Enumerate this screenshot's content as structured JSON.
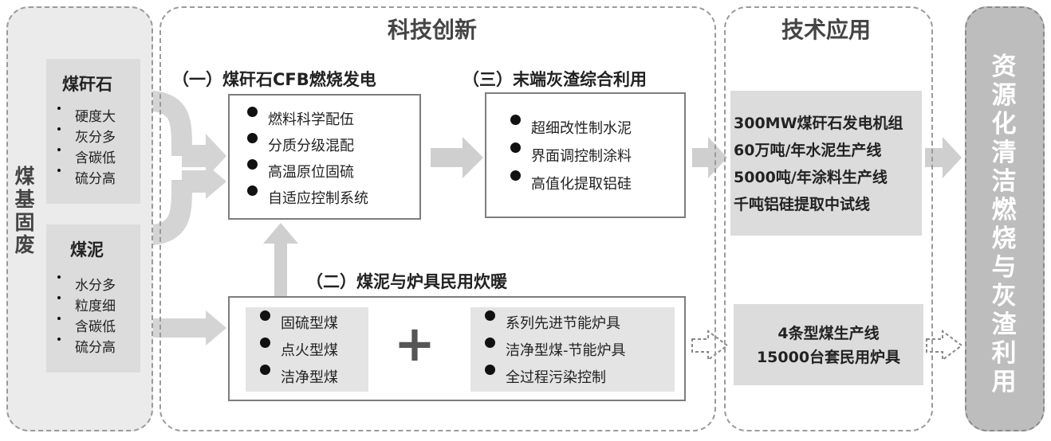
{
  "left": {
    "title": "煤基固废",
    "gangue": {
      "title": "煤矸石",
      "items": [
        "硬度大",
        "灰分多",
        "含碳低",
        "硫分高"
      ]
    },
    "slime": {
      "title": "煤泥",
      "items": [
        "水分多",
        "粒度细",
        "含碳低",
        "硫分高"
      ]
    }
  },
  "innovation": {
    "title": "科技创新",
    "section1": {
      "title": "（一）煤矸石CFB燃烧发电",
      "items": [
        "燃料科学配伍",
        "分质分级混配",
        "高温原位固硫",
        "自适应控制系统"
      ]
    },
    "section2": {
      "title": "（二）煤泥与炉具民用炊暖",
      "left_items": [
        "固硫型煤",
        "点火型煤",
        "洁净型煤"
      ],
      "plus": "+",
      "right_items": [
        "系列先进节能炉具",
        "洁净型煤-节能炉具",
        "全过程污染控制"
      ]
    },
    "section3": {
      "title": "（三）末端灰渣综合利用",
      "items": [
        "超细改性制水泥",
        "界面调控制涂料",
        "高值化提取铝硅"
      ]
    }
  },
  "application": {
    "title": "技术应用",
    "upper": [
      "300MW煤矸石发电机组",
      "60万吨/年水泥生产线",
      "5000吨/年涂料生产线",
      "千吨铝硅提取中试线"
    ],
    "lower": [
      "4条型煤生产线",
      "15000台套民用炉具"
    ]
  },
  "result": {
    "title": "资源化清洁燃烧与灰渣利用"
  },
  "colors": {
    "panel_fill": "#dcdcdc",
    "arrow": "#c8c8c8",
    "border": "#7d7d7d",
    "result_fill": "#bdbdbd"
  }
}
